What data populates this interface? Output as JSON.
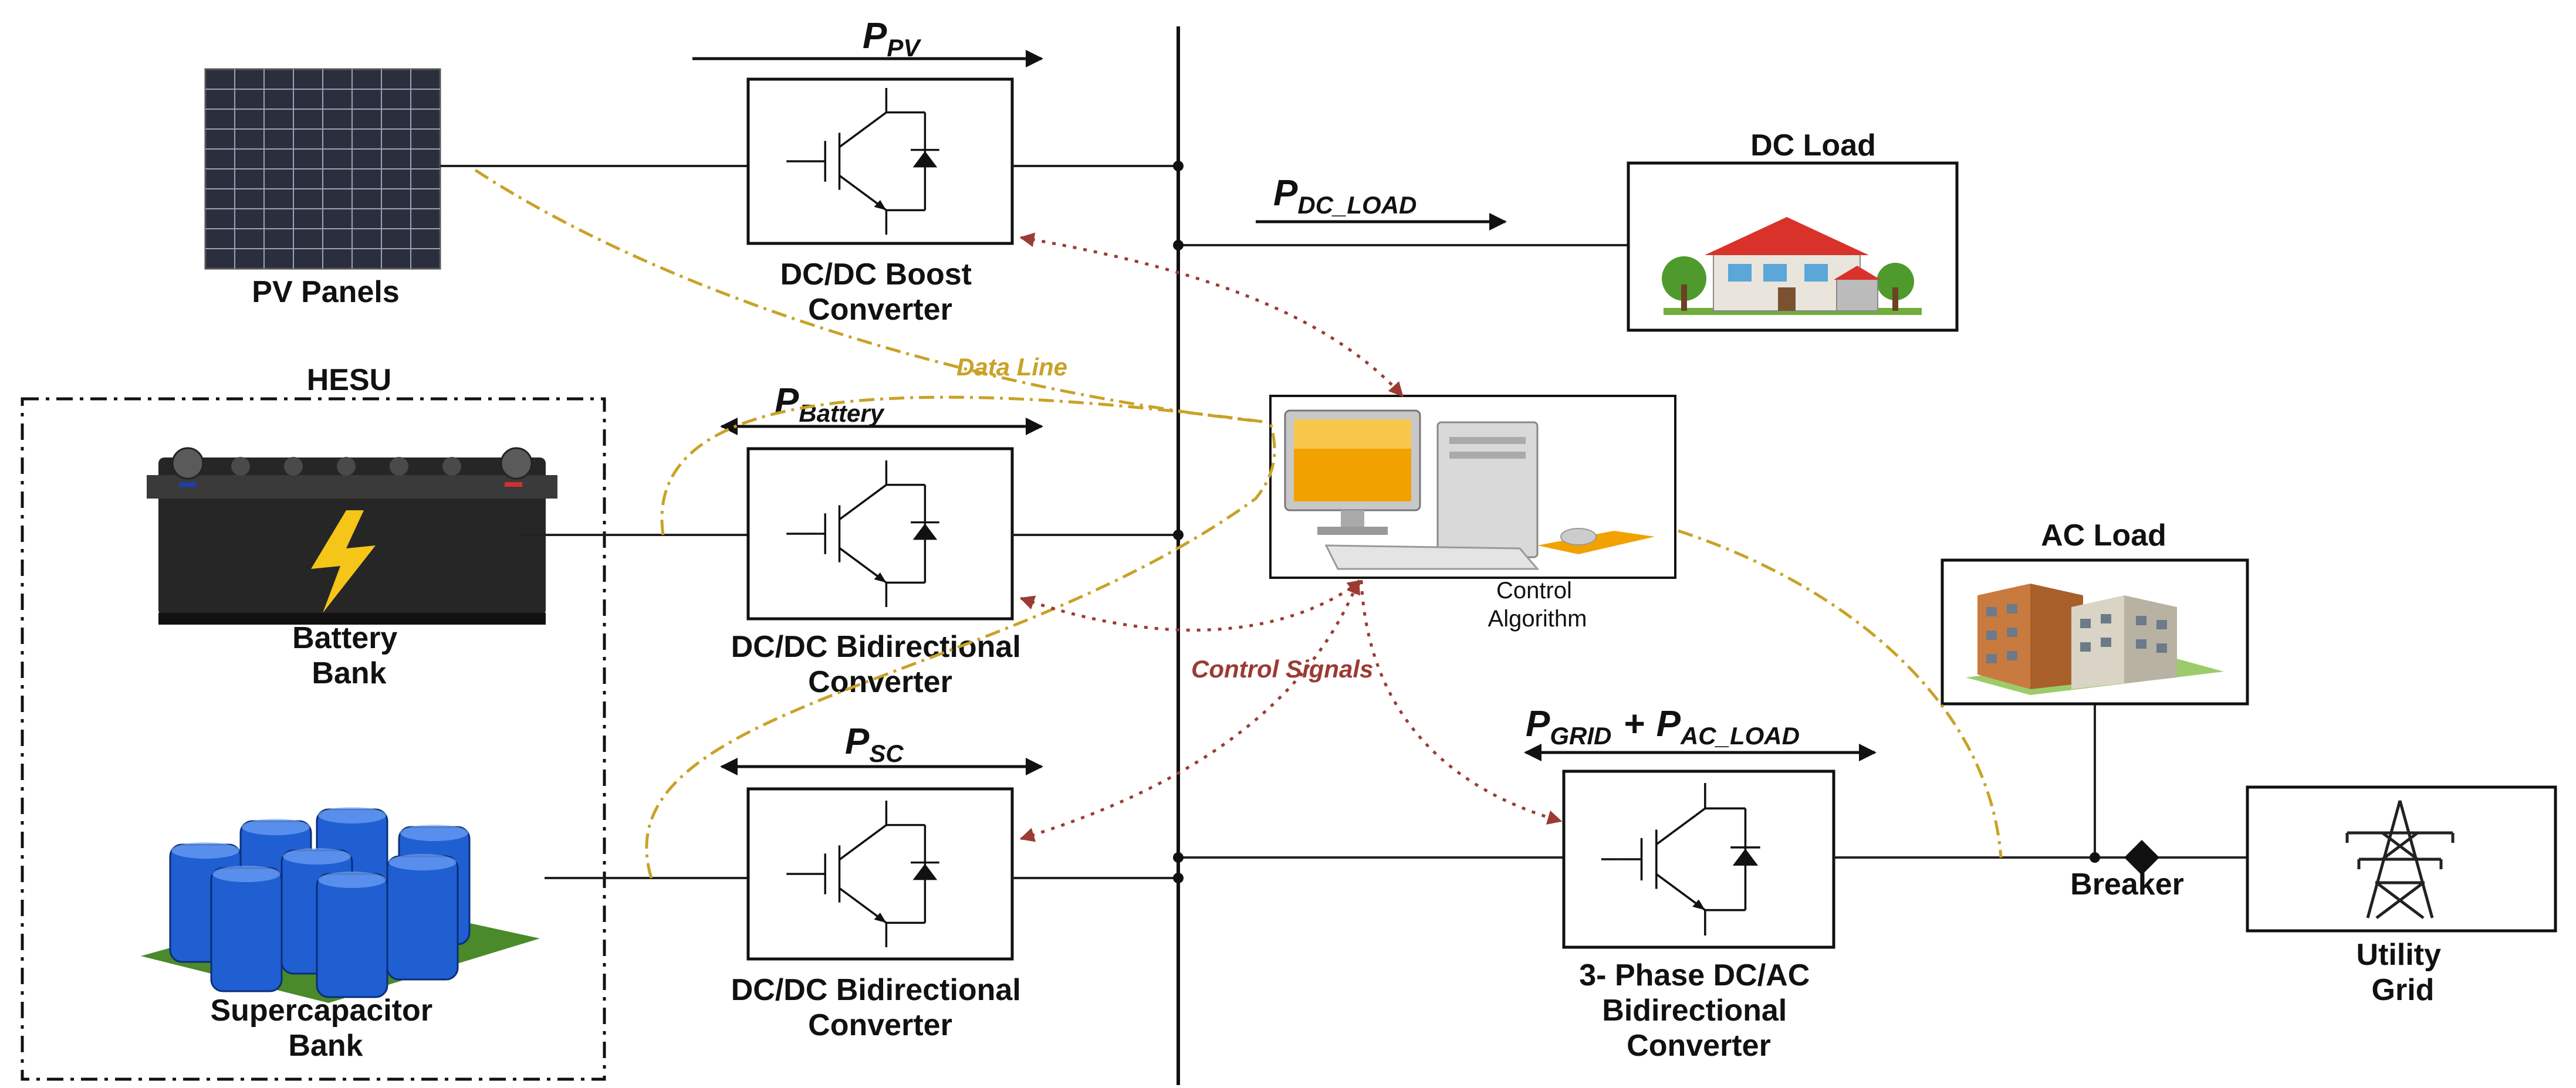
{
  "labels": {
    "pv_panels": "PV Panels",
    "boost_converter_line1": "DC/DC Boost",
    "boost_converter_line2": "Converter",
    "dc_load": "DC Load",
    "hesu": "HESU",
    "battery_line1": "Battery",
    "battery_line2": "Bank",
    "bidir_conv_line1": "DC/DC Bidirectional",
    "bidir_conv_line2": "Converter",
    "supercap_line1": "Supercapacitor",
    "supercap_line2": "Bank",
    "control_line1": "Control",
    "control_line2": "Algorithm",
    "ac_load": "AC Load",
    "breaker": "Breaker",
    "utility_line1": "Utility",
    "utility_line2": "Grid",
    "ac_conv_line1": "3- Phase DC/AC",
    "ac_conv_line2": "Bidirectional",
    "ac_conv_line3": "Converter",
    "data_line": "Data Line",
    "control_signals": "Control Signals"
  },
  "power_flows": {
    "pv": {
      "main": "P",
      "sub": "PV"
    },
    "dc_load": {
      "main": "P",
      "sub": "DC_LOAD"
    },
    "battery": {
      "main": "P",
      "sub": "Battery"
    },
    "sc": {
      "main": "P",
      "sub": "SC"
    },
    "grid": {
      "main": "P",
      "sub": "GRID",
      "plus": "+",
      "main2": "P",
      "sub2": "AC_LOAD"
    }
  },
  "colors": {
    "data_line": "#c9a227",
    "control_signals": "#9b3b33",
    "battery_terminal_pos": "#d32f2f",
    "battery_terminal_neg": "#1e3ea8",
    "bolt": "#f5c518",
    "supercap": "#1f5fd1",
    "pv_cell": "#1c1f2b",
    "monitor_screen": "#f2a200"
  },
  "icons": {
    "pv_panel": "solar-panel-icon",
    "battery": "battery-icon",
    "supercapacitor": "supercapacitor-icon",
    "computer": "computer-icon",
    "house": "house-icon",
    "building": "building-icon",
    "tower": "transmission-tower-icon",
    "breaker": "breaker-diamond-icon"
  }
}
